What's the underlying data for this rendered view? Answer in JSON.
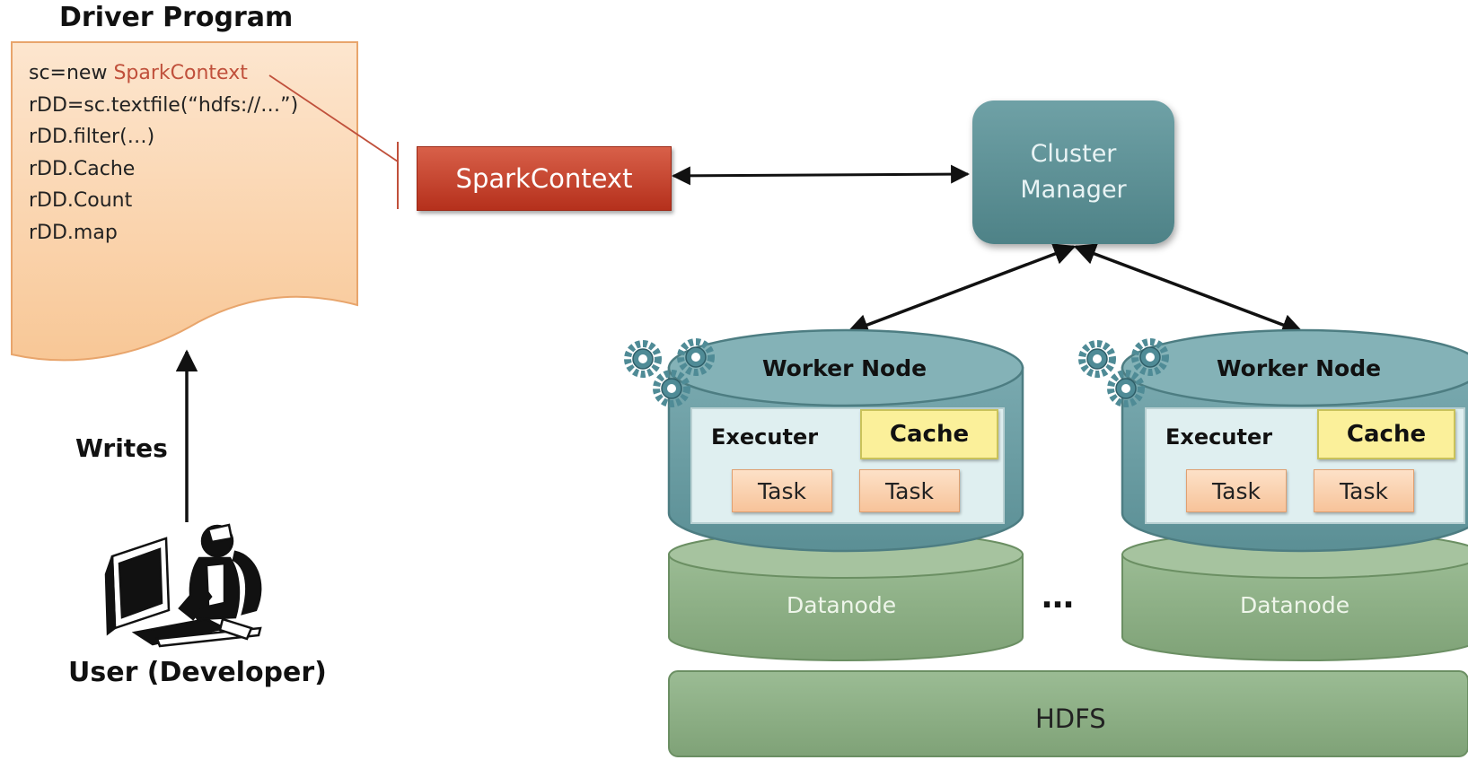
{
  "driver": {
    "title": "Driver Program",
    "code": {
      "line1_prefix": "sc=new ",
      "line1_class": "SparkContext",
      "line2": "rDD=sc.textfile(“hdfs://…”)",
      "line3": "rDD.filter(…)",
      "line4": "rDD.Cache",
      "line5": "rDD.Count",
      "line6": "rDD.map"
    }
  },
  "spark_context": {
    "label": "SparkContext"
  },
  "cluster_manager": {
    "line1": "Cluster",
    "line2": "Manager"
  },
  "workers": [
    {
      "title": "Worker Node",
      "executer": "Executer",
      "cache": "Cache",
      "tasks": [
        "Task",
        "Task"
      ],
      "datanode": "Datanode"
    },
    {
      "title": "Worker Node",
      "executer": "Executer",
      "cache": "Cache",
      "tasks": [
        "Task",
        "Task"
      ],
      "datanode": "Datanode"
    }
  ],
  "ellipsis": "…",
  "hdfs": {
    "label": "HDFS"
  },
  "user": {
    "writes_label": "Writes",
    "label": "User (Developer)"
  },
  "colors": {
    "driver_doc": "#fcd9b3",
    "spark_context": "#c43e27",
    "cluster_manager": "#5f9196",
    "worker": "#6a9ea4",
    "datanode": "#8fb088",
    "cache": "#fbf09a",
    "task": "#f9cda7"
  }
}
